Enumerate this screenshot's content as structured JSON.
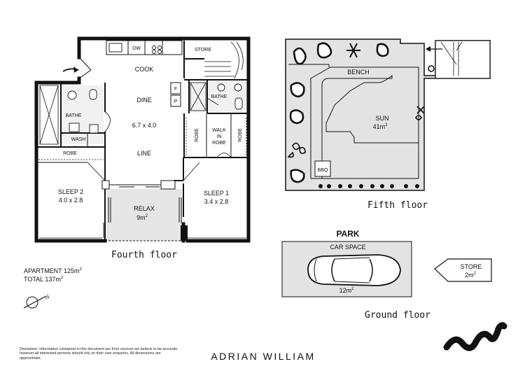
{
  "fourth_floor": {
    "caption": "Fourth floor",
    "rooms": {
      "cook": "COOK",
      "dine": "DINE",
      "dine_dims": "6.7 x 4.0",
      "line": "LINE",
      "dw": "DW",
      "store": "STORE",
      "f": "F",
      "p": "P",
      "bathe_ensuite": "BATHE",
      "bathe_main": "BATHE",
      "wash": "WASH",
      "robe_left": "ROBE",
      "robe_sleep1": "ROBE",
      "robe_walkin_right": "ROBE",
      "walk_in_robe": [
        "WALK",
        "IN",
        "ROBE"
      ],
      "sleep2": "SLEEP 2",
      "sleep2_dims": "4.0 x 2.8",
      "sleep1": "SLEEP 1",
      "sleep1_dims": "3.4 x 2.8",
      "relax": "RELAX",
      "relax_area": "9m",
      "relax_area_sup": "2"
    }
  },
  "fifth_floor": {
    "caption": "Fifth floor",
    "bench": "BENCH",
    "sun": "SUN",
    "sun_area": "41m",
    "sun_area_sup": "2",
    "bbq": "BBQ"
  },
  "ground_floor": {
    "caption": "Ground floor",
    "park": "PARK",
    "car_space": "CAR SPACE",
    "car_area": "12m",
    "car_area_sup": "2",
    "store": "STORE",
    "store_area": "2m",
    "store_area_sup": "2"
  },
  "areas": {
    "apartment": "APARTMENT 125m",
    "apartment_sup": "2",
    "total": "TOTAL 137m",
    "total_sup": "2"
  },
  "compass_letter": "N",
  "brand": "ADRIAN WILLIAM",
  "disclaimer": "Disclaimer: Information contained in this document are from sources we believe to be accurate however all interested persons should rely on their own enquiries. All dimensions are approximate.",
  "colors": {
    "wall": "#111111",
    "room_fill": "#ffffff",
    "terrace_fill": "#e3e3e3",
    "relax_fill": "#e6e6e6",
    "wet_fill": "#efefef"
  }
}
